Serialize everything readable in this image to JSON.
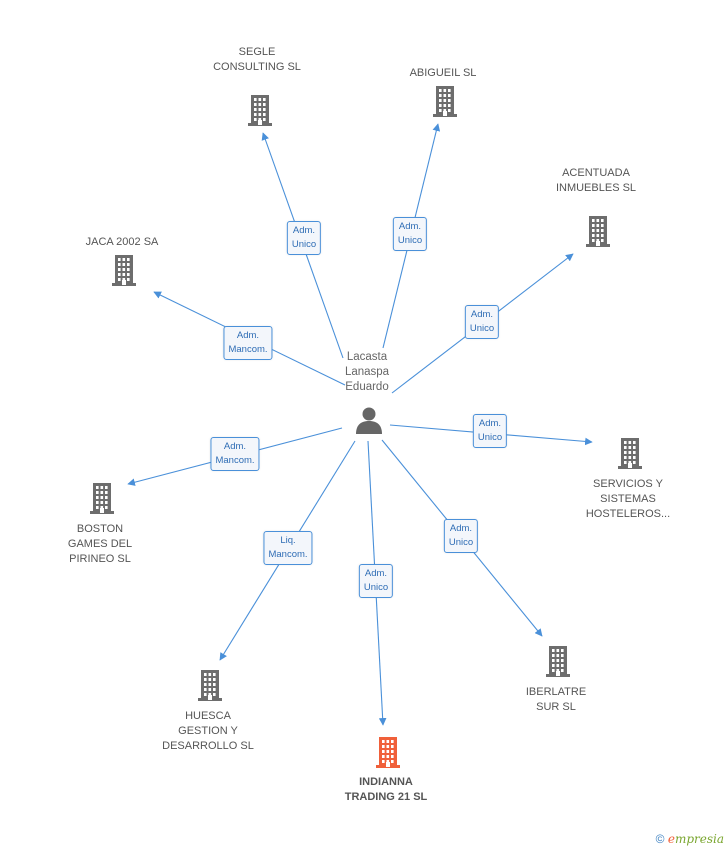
{
  "center": {
    "name_lines": [
      "Lacasta",
      "Lanaspa",
      "Eduardo"
    ],
    "icon": "person-icon"
  },
  "companies": [
    {
      "id": "segle",
      "lines": [
        "SEGLE",
        "CONSULTING SL"
      ],
      "role": [
        "Adm.",
        "Unico"
      ],
      "highlight": false
    },
    {
      "id": "abigueil",
      "lines": [
        "ABIGUEIL SL"
      ],
      "role": [
        "Adm.",
        "Unico"
      ],
      "highlight": false
    },
    {
      "id": "acentuada",
      "lines": [
        "ACENTUADA",
        "INMUEBLES SL"
      ],
      "role": [
        "Adm.",
        "Unico"
      ],
      "highlight": false
    },
    {
      "id": "jaca",
      "lines": [
        "JACA 2002 SA"
      ],
      "role": [
        "Adm.",
        "Mancom."
      ],
      "highlight": false
    },
    {
      "id": "servicios",
      "lines": [
        "SERVICIOS Y",
        "SISTEMAS",
        "HOSTELEROS..."
      ],
      "role": [
        "Adm.",
        "Unico"
      ],
      "highlight": false
    },
    {
      "id": "boston",
      "lines": [
        "BOSTON",
        "GAMES DEL",
        "PIRINEO  SL"
      ],
      "role": [
        "Adm.",
        "Mancom."
      ],
      "highlight": false
    },
    {
      "id": "iberlatre",
      "lines": [
        "IBERLATRE",
        "SUR SL"
      ],
      "role": [
        "Adm.",
        "Unico"
      ],
      "highlight": false
    },
    {
      "id": "huesca",
      "lines": [
        "HUESCA",
        "GESTION Y",
        "DESARROLLO SL"
      ],
      "role": [
        "Liq.",
        "Mancom."
      ],
      "highlight": false
    },
    {
      "id": "indianna",
      "lines": [
        "INDIANNA",
        "TRADING 21 SL"
      ],
      "role": [
        "Adm.",
        "Unico"
      ],
      "highlight": true
    }
  ],
  "colors": {
    "edge": "#4a90d9",
    "building": "#6d6d6d",
    "building_highlight": "#f0603a",
    "person": "#666666"
  },
  "footer": {
    "copyright": "©",
    "brand_initial": "e",
    "brand_rest": "mpresia"
  }
}
